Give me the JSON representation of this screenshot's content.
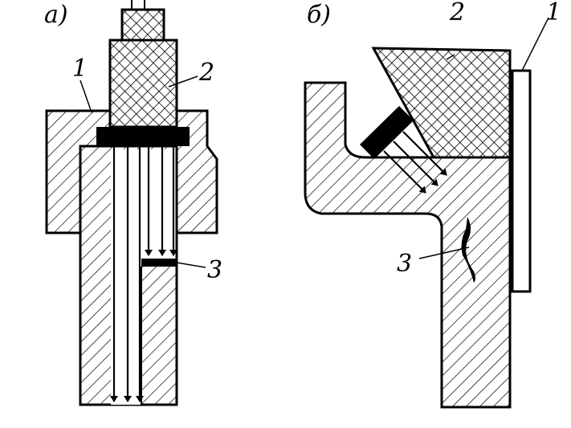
{
  "figure": {
    "panel_a": {
      "title": "а)",
      "labels": {
        "l1": "1",
        "l2": "2",
        "l3": "3"
      }
    },
    "panel_b": {
      "title": "б)",
      "labels": {
        "l1": "1",
        "l2": "2",
        "l3": "3"
      }
    }
  }
}
